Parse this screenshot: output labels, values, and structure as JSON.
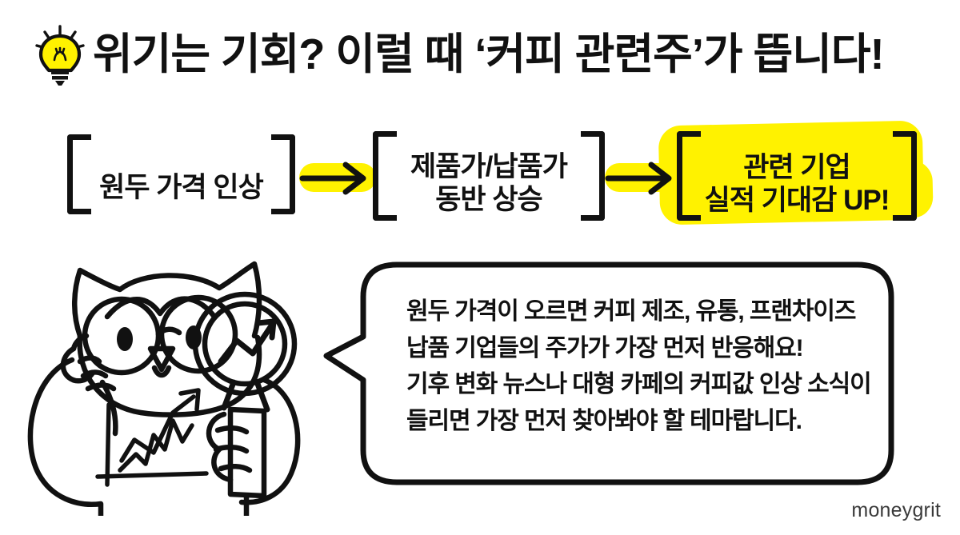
{
  "headline": {
    "icon": "lightbulb-icon",
    "text": "위기는 기회? 이럴 때 ‘커피 관련주’가 뜹니다!"
  },
  "flow": {
    "arrow_icon": "right-arrow-icon",
    "steps": [
      {
        "id": "step-1",
        "line1": "원두 가격 인상",
        "line2": "",
        "highlighted": false
      },
      {
        "id": "step-2",
        "line1": "제품가/납품가",
        "line2": "동반 상승",
        "highlighted": false
      },
      {
        "id": "step-3",
        "line1": "관련 기업",
        "line2": "실적 기대감 UP!",
        "highlighted": true
      }
    ]
  },
  "character": {
    "name": "owl-analyst-illustration",
    "elements": [
      "owl",
      "round-glasses",
      "magnifying-glass-icon",
      "trend-up-arrow",
      "rising-chart"
    ]
  },
  "bubble": {
    "line1": "원두 가격이 오르면 커피 제조, 유통, 프랜차이즈",
    "line2": "납품 기업들의 주가가 가장 먼저 반응해요!",
    "line3": "기후 변화 뉴스나 대형 카페의 커피값 인상 소식이",
    "line4": "들리면 가장 먼저 찾아봐야 할 테마랍니다."
  },
  "watermark": {
    "text": "moneygrit"
  },
  "colors": {
    "highlight_yellow": "#fff200",
    "ink_black": "#111111",
    "background": "#ffffff"
  }
}
